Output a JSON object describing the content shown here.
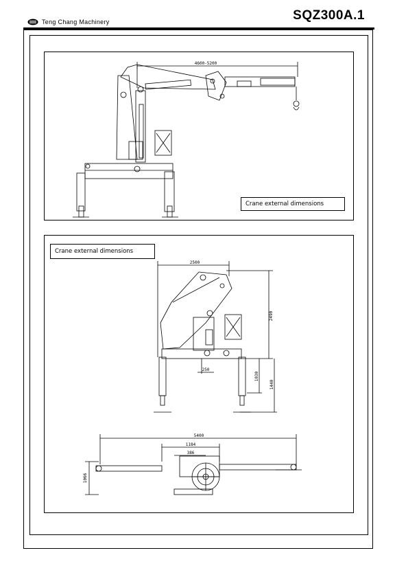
{
  "header": {
    "company": "Teng Chang Machinery",
    "logo_icon": "company-logo-icon",
    "model_code": "SQZ300A.1"
  },
  "top_view": {
    "caption": "Crane external dimensions",
    "dim_reach": "4600-5200"
  },
  "bottom_view": {
    "caption": "Crane external dimensions",
    "dim_width": "2500",
    "dim_height": "2490",
    "dim_offset": "250",
    "dim_leg_1": "1030",
    "dim_leg_2": "1440",
    "dim_span": "5400",
    "dim_mid": "1184",
    "dim_base": "386",
    "dim_side": "1066"
  }
}
